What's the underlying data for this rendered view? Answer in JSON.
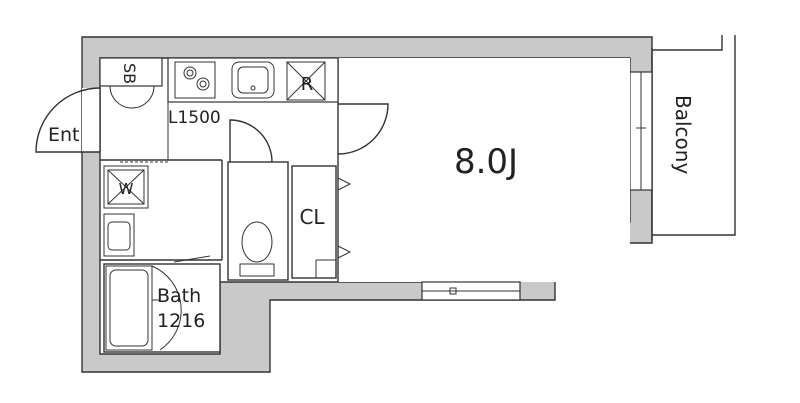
{
  "labels": {
    "entrance": "Ent",
    "shoe_box": "SB",
    "kitchen_size": "L1500",
    "refrigerator": "R",
    "washer": "W",
    "closet": "CL",
    "room_size": "8.0J",
    "balcony": "Balcony",
    "bath": "Bath",
    "bath_size": "1216"
  },
  "colors": {
    "wall": "#c9c9c9",
    "line": "#333333",
    "fixture": "#555555",
    "background": "#ffffff"
  }
}
